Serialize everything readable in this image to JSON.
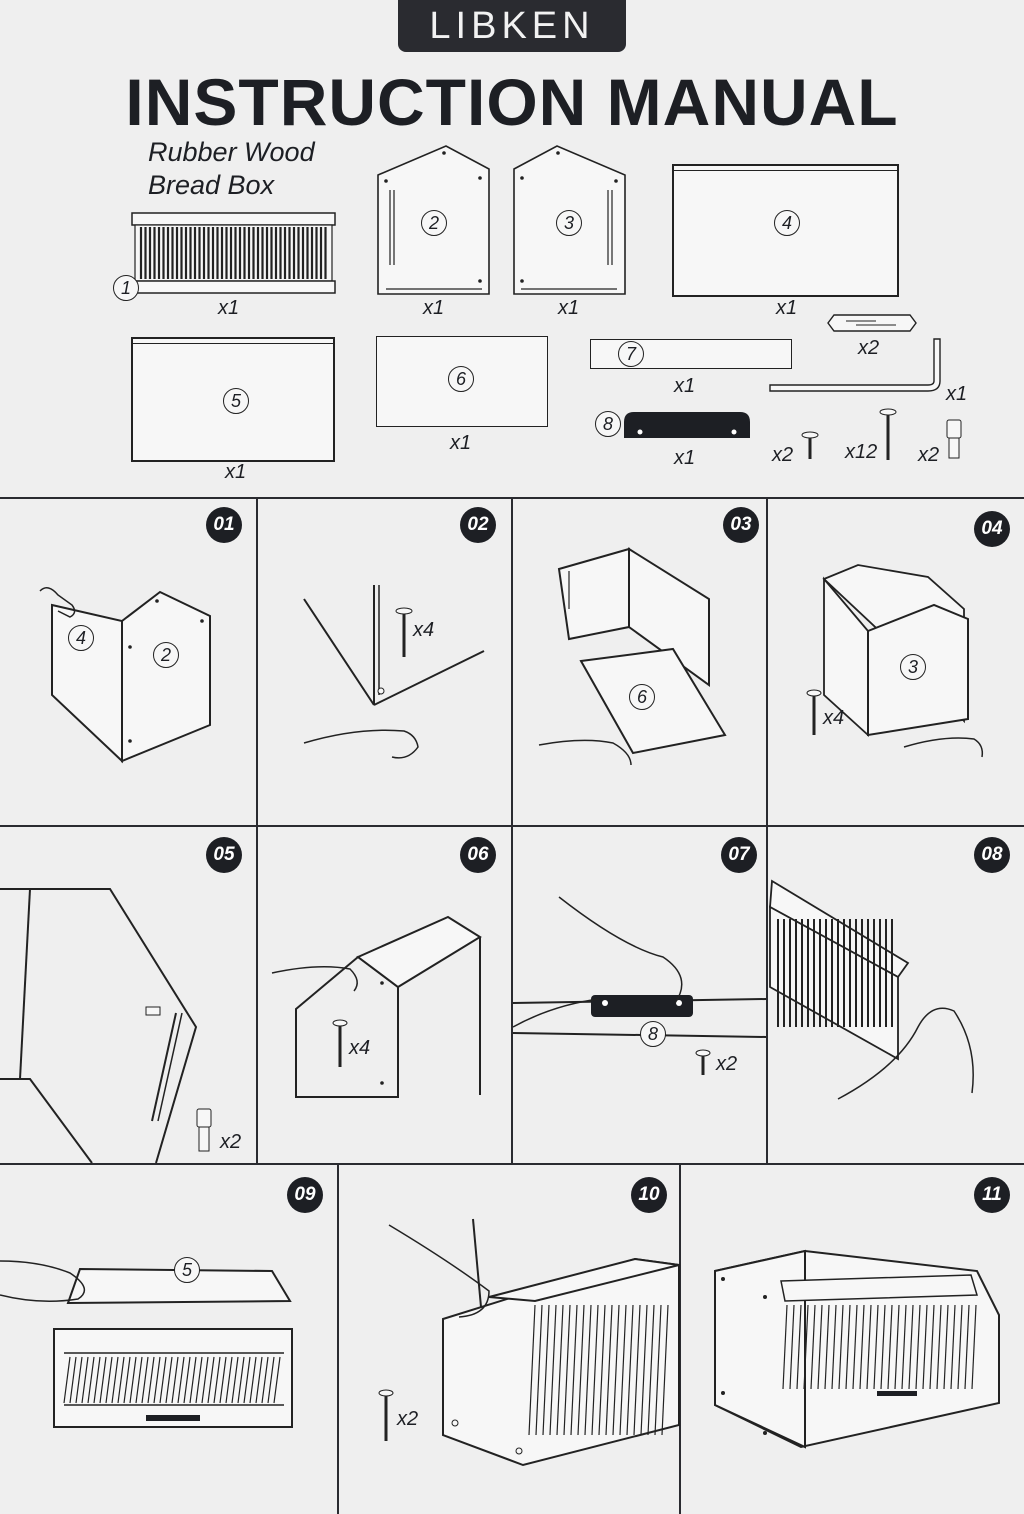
{
  "brand": "LIBKEN",
  "title": "INSTRUCTION MANUAL",
  "subtitle_line1": "Rubber Wood",
  "subtitle_line2": "Bread Box",
  "parts": [
    {
      "num": "1",
      "qty": "x1"
    },
    {
      "num": "2",
      "qty": "x1"
    },
    {
      "num": "3",
      "qty": "x1"
    },
    {
      "num": "4",
      "qty": "x1"
    },
    {
      "num": "5",
      "qty": "x1"
    },
    {
      "num": "6",
      "qty": "x1"
    },
    {
      "num": "7",
      "qty": "x1"
    },
    {
      "num": "8",
      "qty": "x1"
    }
  ],
  "hardware": {
    "handle_qty": "x2",
    "allen_key_qty": "x1",
    "short_screw_qty": "x2",
    "long_screw_qty": "x12",
    "knob_qty": "x2"
  },
  "steps": [
    {
      "num": "01",
      "labels": [
        "4",
        "2"
      ],
      "qty": ""
    },
    {
      "num": "02",
      "labels": [],
      "qty": "x4"
    },
    {
      "num": "03",
      "labels": [
        "6"
      ],
      "qty": ""
    },
    {
      "num": "04",
      "labels": [
        "3"
      ],
      "qty": "x4"
    },
    {
      "num": "05",
      "labels": [],
      "qty": "x2"
    },
    {
      "num": "06",
      "labels": [],
      "qty": "x4"
    },
    {
      "num": "07",
      "labels": [
        "8"
      ],
      "qty": "x2"
    },
    {
      "num": "08",
      "labels": [],
      "qty": ""
    },
    {
      "num": "09",
      "labels": [
        "5"
      ],
      "qty": ""
    },
    {
      "num": "10",
      "labels": [],
      "qty": "x2"
    },
    {
      "num": "11",
      "labels": [],
      "qty": ""
    }
  ]
}
